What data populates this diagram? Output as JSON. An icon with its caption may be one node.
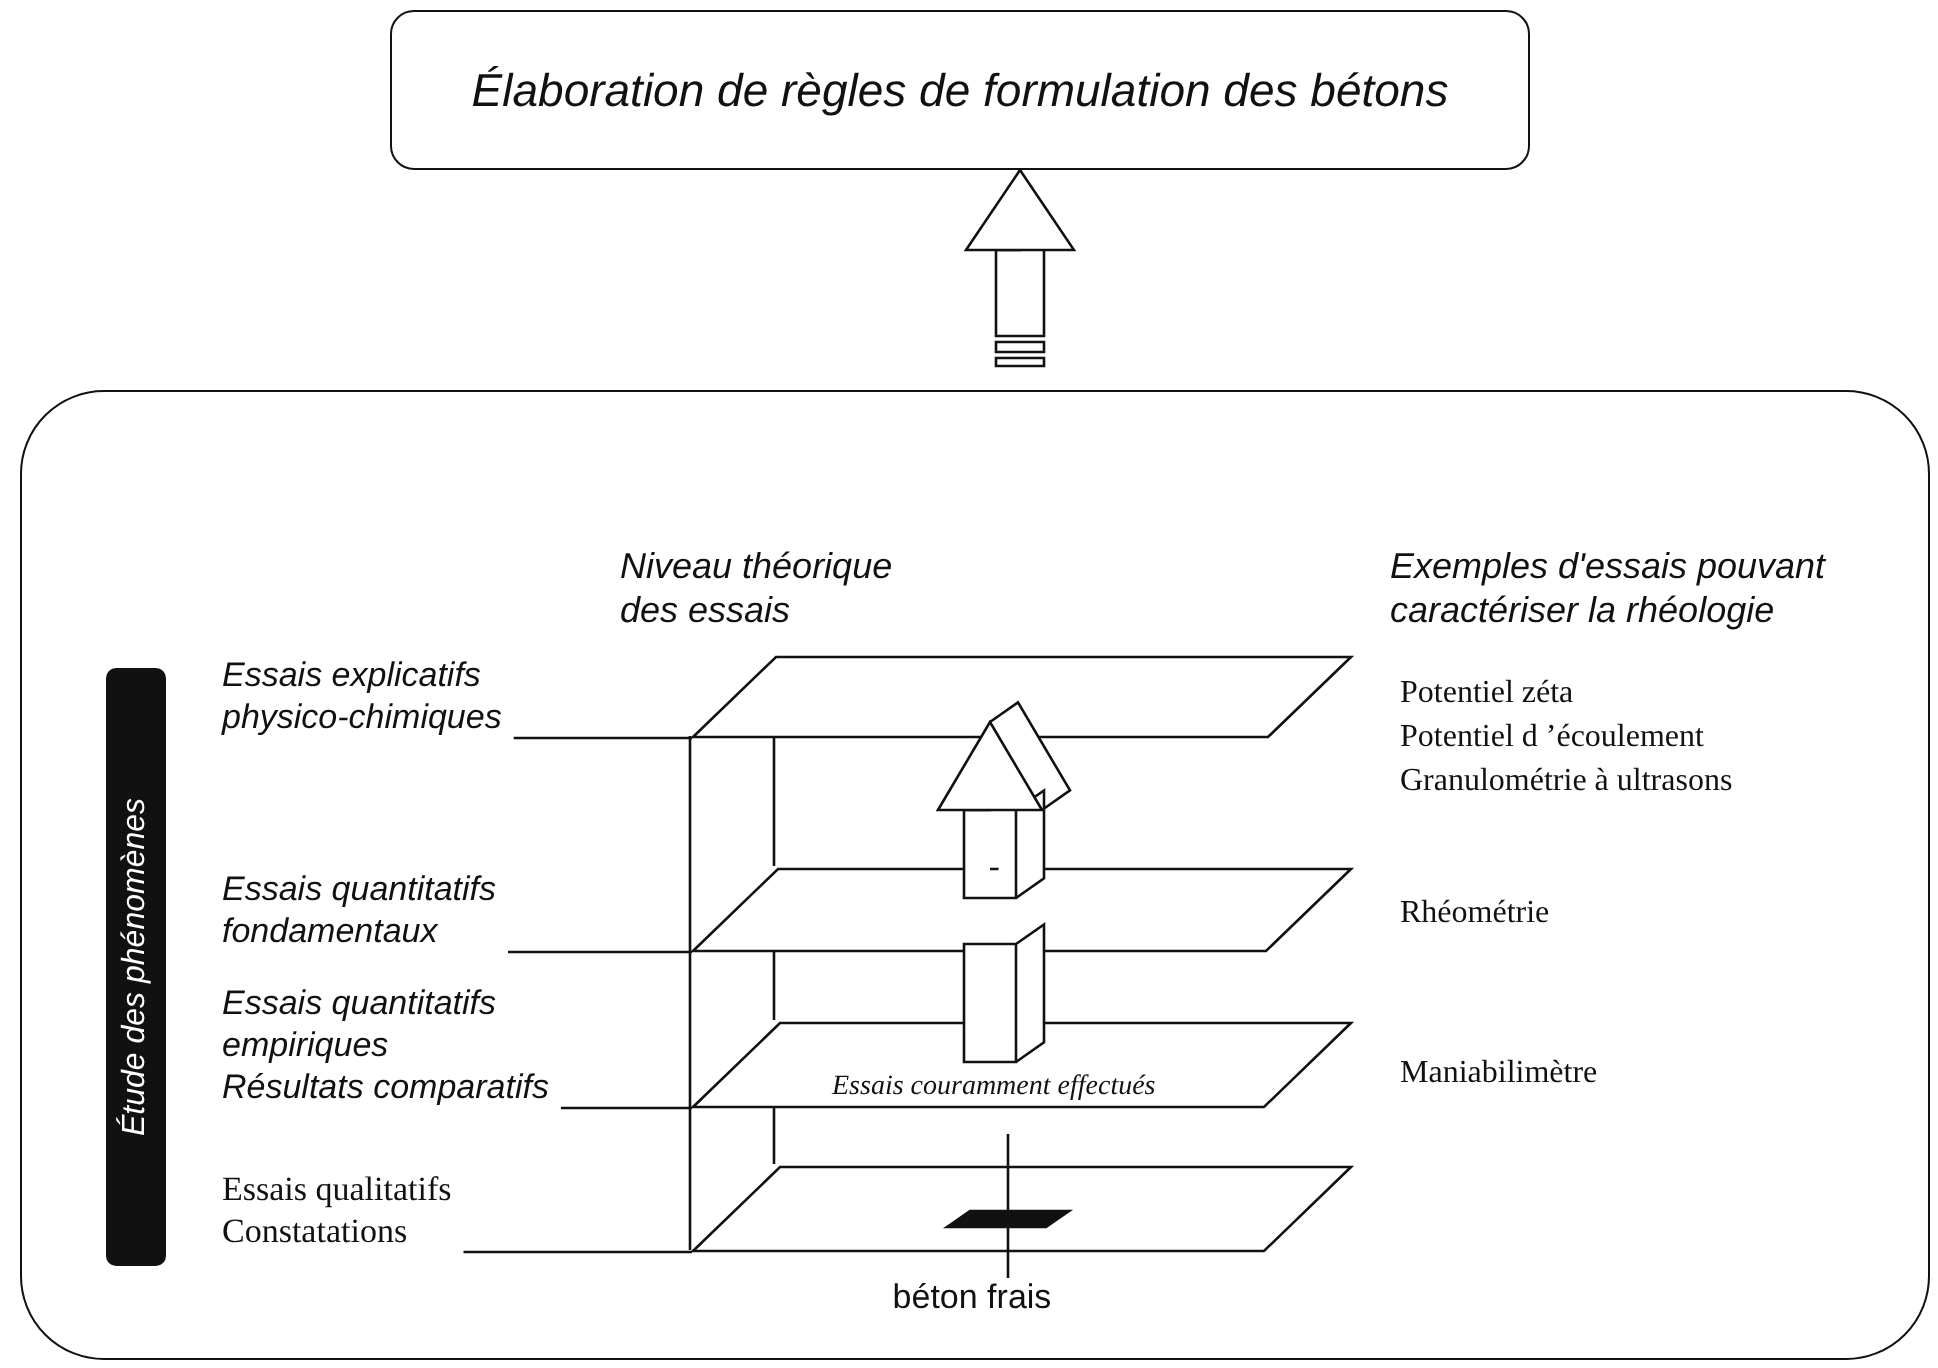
{
  "diagram": {
    "nodes": [
      {
        "text": [
          "Élaboration de règles de formulation des bétons"
        ]
      },
      {
        "text": [],
        "shape": "box"
      },
      {
        "text": [
          "Étude des phénomènes"
        ],
        "in": 1
      },
      {
        "text": [
          "Essais explicatifs physico-chimiques"
        ],
        "in": 1
      },
      {
        "text": [],
        "shape": "parallelogram",
        "in": 1
      },
      {
        "text": [
          "Essais quantitatifs fondamentaux"
        ],
        "in": 1
      },
      {
        "text": [],
        "shape": "parallelogram",
        "in": 1
      },
      {
        "text": [
          "Essais quantitatifs empiriques",
          "Résultats comparatifs"
        ],
        "in": 1
      },
      {
        "text": [
          "Essais couramment effectués"
        ],
        "in": 1
      },
      {
        "text": [
          "Essais qualitatifs",
          "Constatations"
        ],
        "in": 1
      },
      {
        "text": [],
        "shape": "parallelogram",
        "in": 1
      },
      {
        "text": [],
        "shape": "bar",
        "in": 10
      },
      {
        "text": [
          "béton frais"
        ],
        "in": 1
      }
    ],
    "edges": [
      {
        "from": 1,
        "to": 0,
        "arrow": "to"
      },
      {
        "from": 3,
        "to": 4,
        "arrow": "none"
      },
      {
        "from": 5,
        "to": 6,
        "arrow": "none"
      },
      {
        "from": 7,
        "to": 8,
        "arrow": "none"
      },
      {
        "from": 9,
        "to": 10,
        "arrow": "none"
      },
      {
        "from": 8,
        "to": 6,
        "arrow": "none"
      },
      {
        "from": 6,
        "to": 4,
        "arrow": "to"
      },
      {
        "from": 12,
        "to": 11,
        "arrow": "none"
      }
    ],
    "labels": [
      "Niveau théorique des essais",
      "Exemples d'essais pouvant caractériser la rhéologie",
      "Potentiel zéta",
      "Potentiel d ’écoulement",
      "Granulométrie à ultrasons",
      "Rhéométrie",
      "Maniabilimètre"
    ]
  }
}
